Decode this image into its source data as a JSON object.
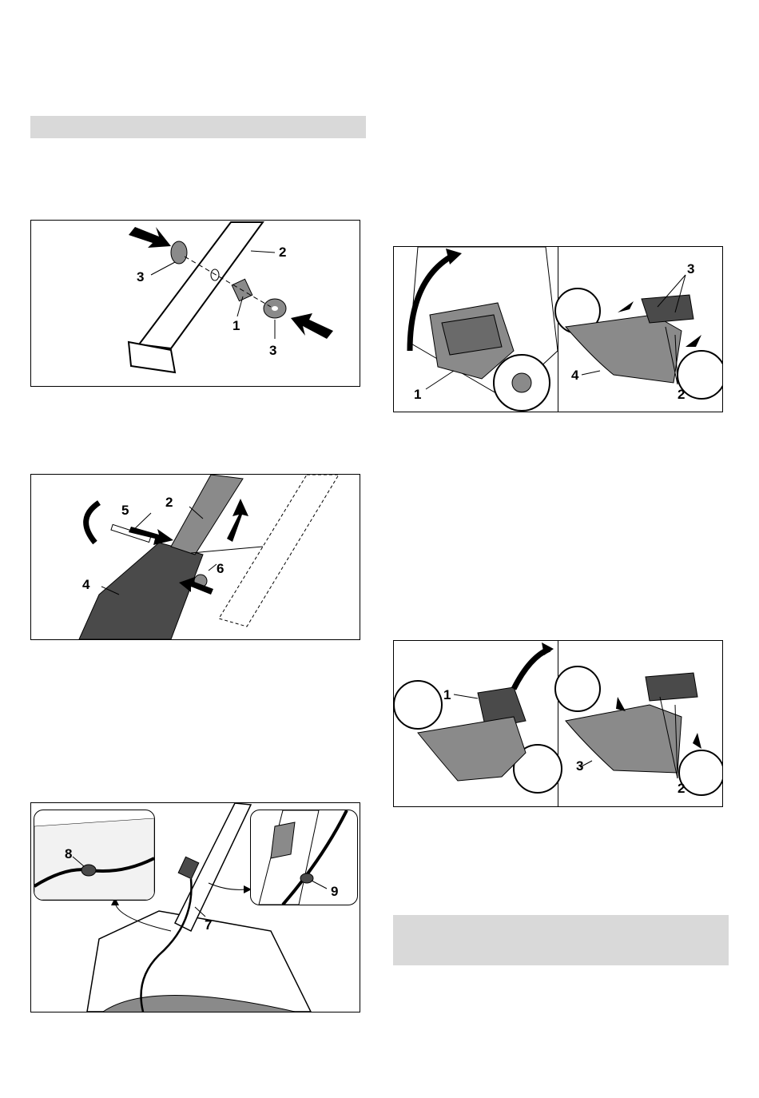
{
  "figures": {
    "handle_bushing": {
      "labels": [
        "1",
        "2",
        "3",
        "3"
      ]
    },
    "handle_mount": {
      "labels": [
        "2",
        "4",
        "5",
        "6"
      ]
    },
    "cable_routing": {
      "labels": [
        "7",
        "8",
        "9"
      ]
    },
    "grass_box_attach": {
      "left_labels": [
        "1"
      ],
      "right_labels": [
        "2",
        "3",
        "4"
      ]
    },
    "grass_box_remove": {
      "left_labels": [
        "1"
      ],
      "right_labels": [
        "2",
        "3"
      ]
    }
  },
  "colors": {
    "heading_bar": "#d9d9d9",
    "part_fill": "#8a8a8a",
    "dark_fill": "#4a4a4a"
  },
  "icons": [
    "arrow-icon",
    "rotate-arrow-icon"
  ]
}
